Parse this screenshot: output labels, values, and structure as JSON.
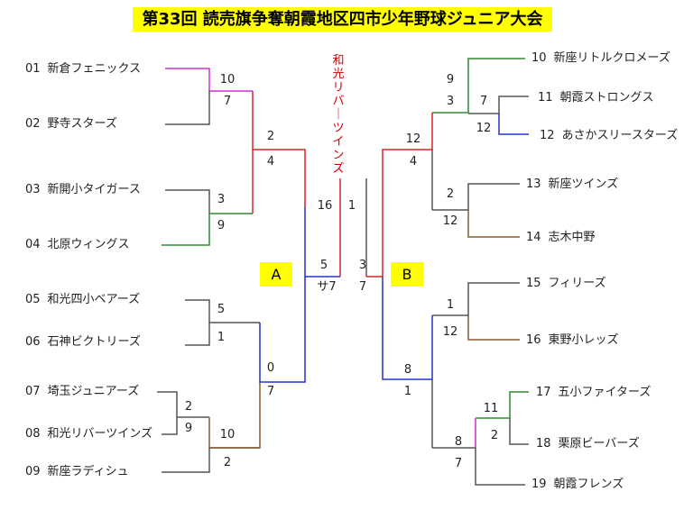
{
  "title": "第33回 読売旗争奪朝霞地区四市少年野球ジュニア大会",
  "champion": "和光リバーツインズ",
  "blocks": [
    "A",
    "B"
  ],
  "teams": [
    {
      "num": "01",
      "name": "新倉フェニックス"
    },
    {
      "num": "02",
      "name": "野寺スターズ"
    },
    {
      "num": "03",
      "name": "新開小タイガース"
    },
    {
      "num": "04",
      "name": "北原ウィングス"
    },
    {
      "num": "05",
      "name": "和光四小ベアーズ"
    },
    {
      "num": "06",
      "name": "石神ビクトリーズ"
    },
    {
      "num": "07",
      "name": "埼玉ジュニアーズ"
    },
    {
      "num": "08",
      "name": "和光リバーツインズ"
    },
    {
      "num": "09",
      "name": "新座ラディシュ"
    },
    {
      "num": "10",
      "name": "新座リトルクロメーズ"
    },
    {
      "num": "11",
      "name": "朝霞ストロングス"
    },
    {
      "num": "12",
      "name": "あさかスリースターズ"
    },
    {
      "num": "13",
      "name": "新座ツインズ"
    },
    {
      "num": "14",
      "name": "志木中野"
    },
    {
      "num": "15",
      "name": "フィリーズ"
    },
    {
      "num": "16",
      "name": "東野小レッズ"
    },
    {
      "num": "17",
      "name": "五小ファイターズ"
    },
    {
      "num": "18",
      "name": "栗原ビーバーズ"
    },
    {
      "num": "19",
      "name": "朝霞フレンズ"
    }
  ],
  "scores": {
    "m01_02": [
      "10",
      "7"
    ],
    "m03_04": [
      "3",
      "9"
    ],
    "m05_06": [
      "5",
      "1"
    ],
    "m07_08": [
      "2",
      "9"
    ],
    "mA_top": [
      "2",
      "4"
    ],
    "mA_r2": [
      "10",
      "2"
    ],
    "mA_bot": [
      "0",
      "7"
    ],
    "semiA": [
      "5",
      "サ7"
    ],
    "m11_12": [
      "7",
      "12"
    ],
    "m10_w": [
      "9",
      "3"
    ],
    "m13_14": [
      "2",
      "12"
    ],
    "mB_top": [
      "12",
      "4"
    ],
    "m15_16": [
      "1",
      "12"
    ],
    "m17_18": [
      "11",
      "2"
    ],
    "m19_w": [
      "8",
      "7"
    ],
    "mB_bot": [
      "8",
      "1"
    ],
    "semiB": [
      "3",
      "7"
    ],
    "final": [
      "16",
      "1"
    ]
  },
  "colors": {
    "magenta": "#cc33cc",
    "green": "#2e8b2e",
    "red": "#dd2222",
    "blue": "#2233cc",
    "brown": "#8b5a2b",
    "gray": "#555555"
  }
}
